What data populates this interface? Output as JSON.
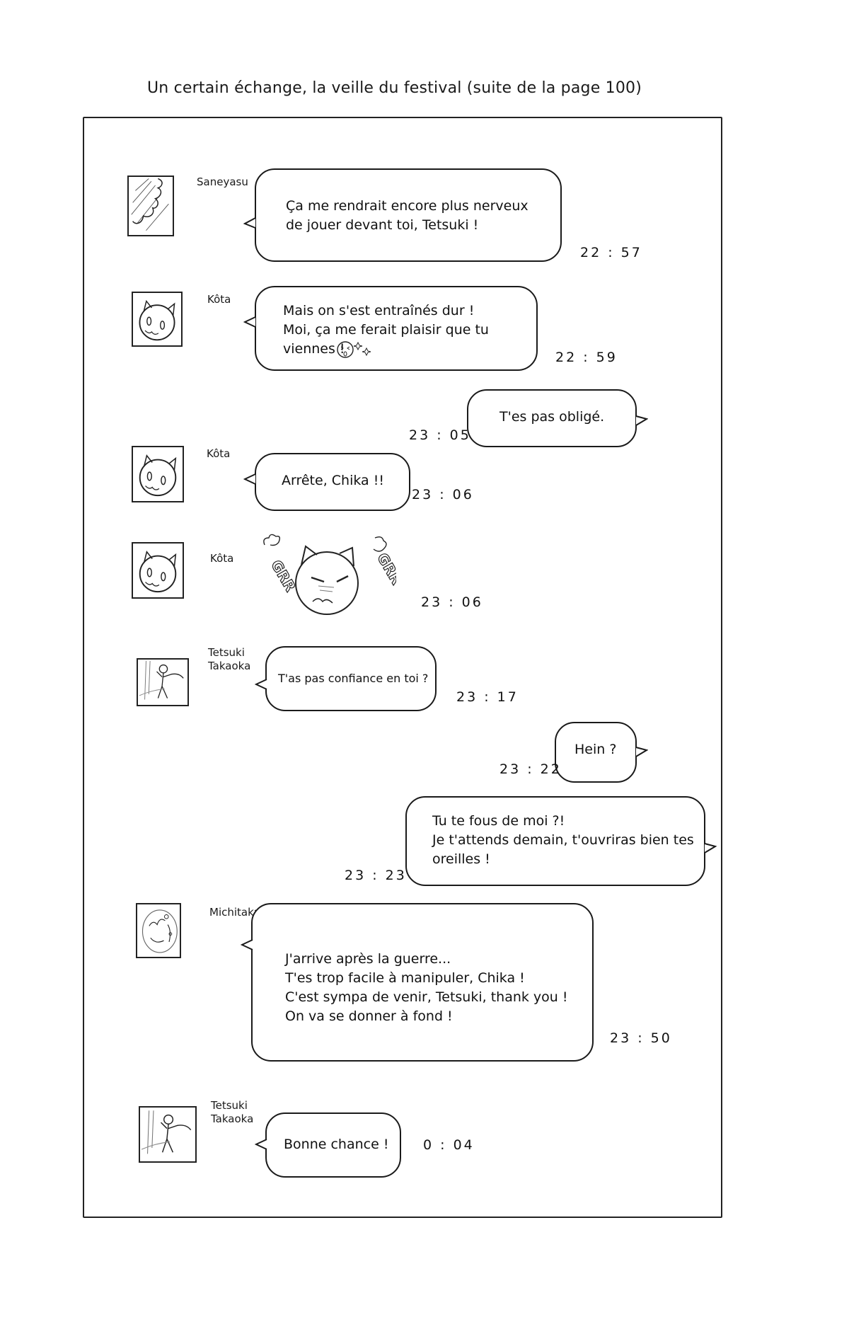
{
  "header": {
    "title": "Un certain échange, la veille du festival (suite de la page 100)"
  },
  "chat": {
    "messages": [
      {
        "sender": "Saneyasu",
        "avatar": "sky-cloud-avatar",
        "text": "Ça me rendrait encore plus nerveux\nde jouer devant toi, Tetsuki !",
        "time": "22 : 57",
        "side": "left"
      },
      {
        "sender": "Kôta",
        "avatar": "cat-face-avatar",
        "text": "Mais on s'est entraînés dur !\nMoi, ça me ferait plaisir que tu\nviennes !",
        "emoji": "pouting-face-sparkles",
        "time": "22 : 59",
        "side": "left"
      },
      {
        "sender": "",
        "text": "T'es pas obligé.",
        "time": "23 : 05",
        "side": "right"
      },
      {
        "sender": "Kôta",
        "avatar": "cat-face-avatar",
        "text": "Arrête, Chika !!",
        "time": "23 : 06",
        "side": "left"
      },
      {
        "sender": "Kôta",
        "avatar": "cat-face-avatar",
        "sticker": "angry-cat-grr-sticker",
        "sticker_text": "GRR",
        "time": "23 : 06",
        "side": "left"
      },
      {
        "sender": "Tetsuki\nTakaoka",
        "avatar": "figure-sketch-avatar",
        "text": "T'as pas confiance en toi ?",
        "time": "23 : 17",
        "side": "left"
      },
      {
        "sender": "",
        "text": "Hein ?",
        "time": "23 : 22",
        "side": "right"
      },
      {
        "sender": "",
        "text": "Tu te fous de moi ?!\nJe t'attends demain, t'ouvriras bien tes\noreilles !",
        "time": "23 : 23",
        "side": "right"
      },
      {
        "sender": "Michitaka",
        "avatar": "round-object-avatar",
        "text": "J'arrive après la guerre...\nT'es trop facile à manipuler, Chika !\nC'est sympa de venir, Tetsuki, thank you !\nOn va se donner à fond !",
        "time": "23 : 50",
        "side": "left"
      },
      {
        "sender": "Tetsuki\nTakaoka",
        "avatar": "figure-sketch-avatar",
        "text": "Bonne chance !",
        "time": "0 : 04",
        "side": "left"
      }
    ]
  }
}
